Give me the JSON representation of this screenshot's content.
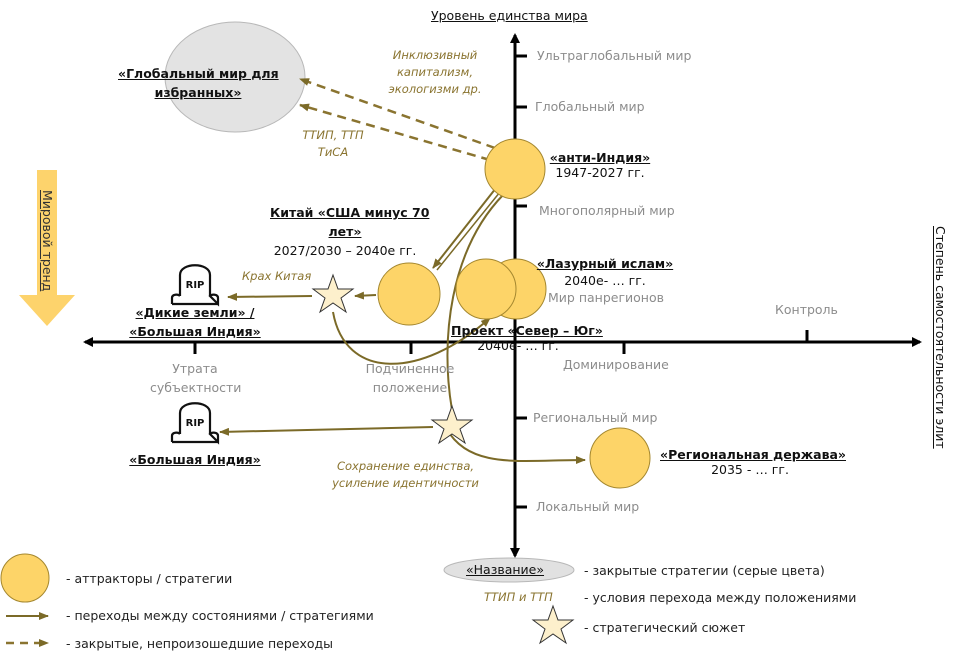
{
  "axes": {
    "y_title": "Уровень единства мира",
    "x_title": "Степень самостоятельности элит",
    "y_ticks": [
      "Ультраглобальный мир",
      "Глобальный мир",
      "Многополярный мир",
      "Мир панрегионов",
      "Региональный мир",
      "Локальный  мир"
    ],
    "x_ticks": {
      "left_far": [
        "Утрата",
        "субъектности"
      ],
      "left_near": [
        "Подчиненное",
        "положение"
      ],
      "right_near": "Доминирование",
      "right_far": "Контроль"
    }
  },
  "trend_arrow": {
    "label": "Мировой тренд"
  },
  "closed_strategy": {
    "name": [
      "«Глобальный мир для",
      "избранных»"
    ]
  },
  "attractors": {
    "anti_india": {
      "name": "«анти-Индия»",
      "dates": "1947-2027 гг."
    },
    "china": {
      "name": [
        "Китай «США минус 70",
        "лет»"
      ],
      "dates": "2027/2030 – 2040е гг."
    },
    "azure_islam": {
      "name": "«Лазурный ислам»",
      "dates": "2040е- … гг."
    },
    "north_south": {
      "name": "Проект «Север – Юг»",
      "dates": "2040е- … гг."
    },
    "regional_power": {
      "name": "«Региональная держава»",
      "dates": "2035 - … гг."
    }
  },
  "dead_ends": {
    "wild_lands": {
      "name": [
        "«Дикие земли» /",
        "«Большая Индия»"
      ],
      "icon_text": "RIP"
    },
    "great_india": {
      "name": "«Большая Индия»",
      "icon_text": "RIP"
    }
  },
  "conditions": {
    "inclusive": [
      "Инклюзивный",
      "капитализм,",
      "экологизми др."
    ],
    "ttip": [
      "ТТИП, ТТП",
      "ТиСА"
    ],
    "china_crash": "Крах Китая",
    "unity": [
      "Сохранение единства,",
      "усиление идентичности"
    ]
  },
  "legend": {
    "attractors": "- аттракторы  / стратегии",
    "transitions": "- переходы между состояниями / стратегиями",
    "closed_transitions": "- закрытые, непроизошедшие переходы",
    "closed_strategies_sample": "«Название»",
    "closed_strategies": "- закрытые стратегии (серые цвета)",
    "conditions_sample": "ТТИП и ТТП",
    "conditions": "- условия перехода между положениями",
    "story": "- стратегический сюжет"
  },
  "colors": {
    "attractor_fill": "#fdd468",
    "attractor_stroke": "#a4872f",
    "arrow": "#7b6a28",
    "closed_fill": "#e1e1e1",
    "star_fill": "#fdf0cc",
    "trend": "#fdd36c",
    "tick_text": "#8c8c8c"
  }
}
